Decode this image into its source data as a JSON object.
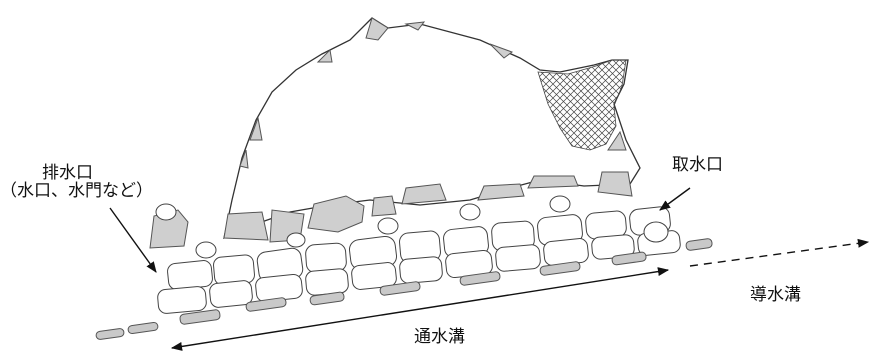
{
  "labels": {
    "outlet": "排水口",
    "outlet_sub": "（水口、水門など）",
    "intake": "取水口",
    "channel": "通水溝",
    "headrace": "導水溝"
  }
}
